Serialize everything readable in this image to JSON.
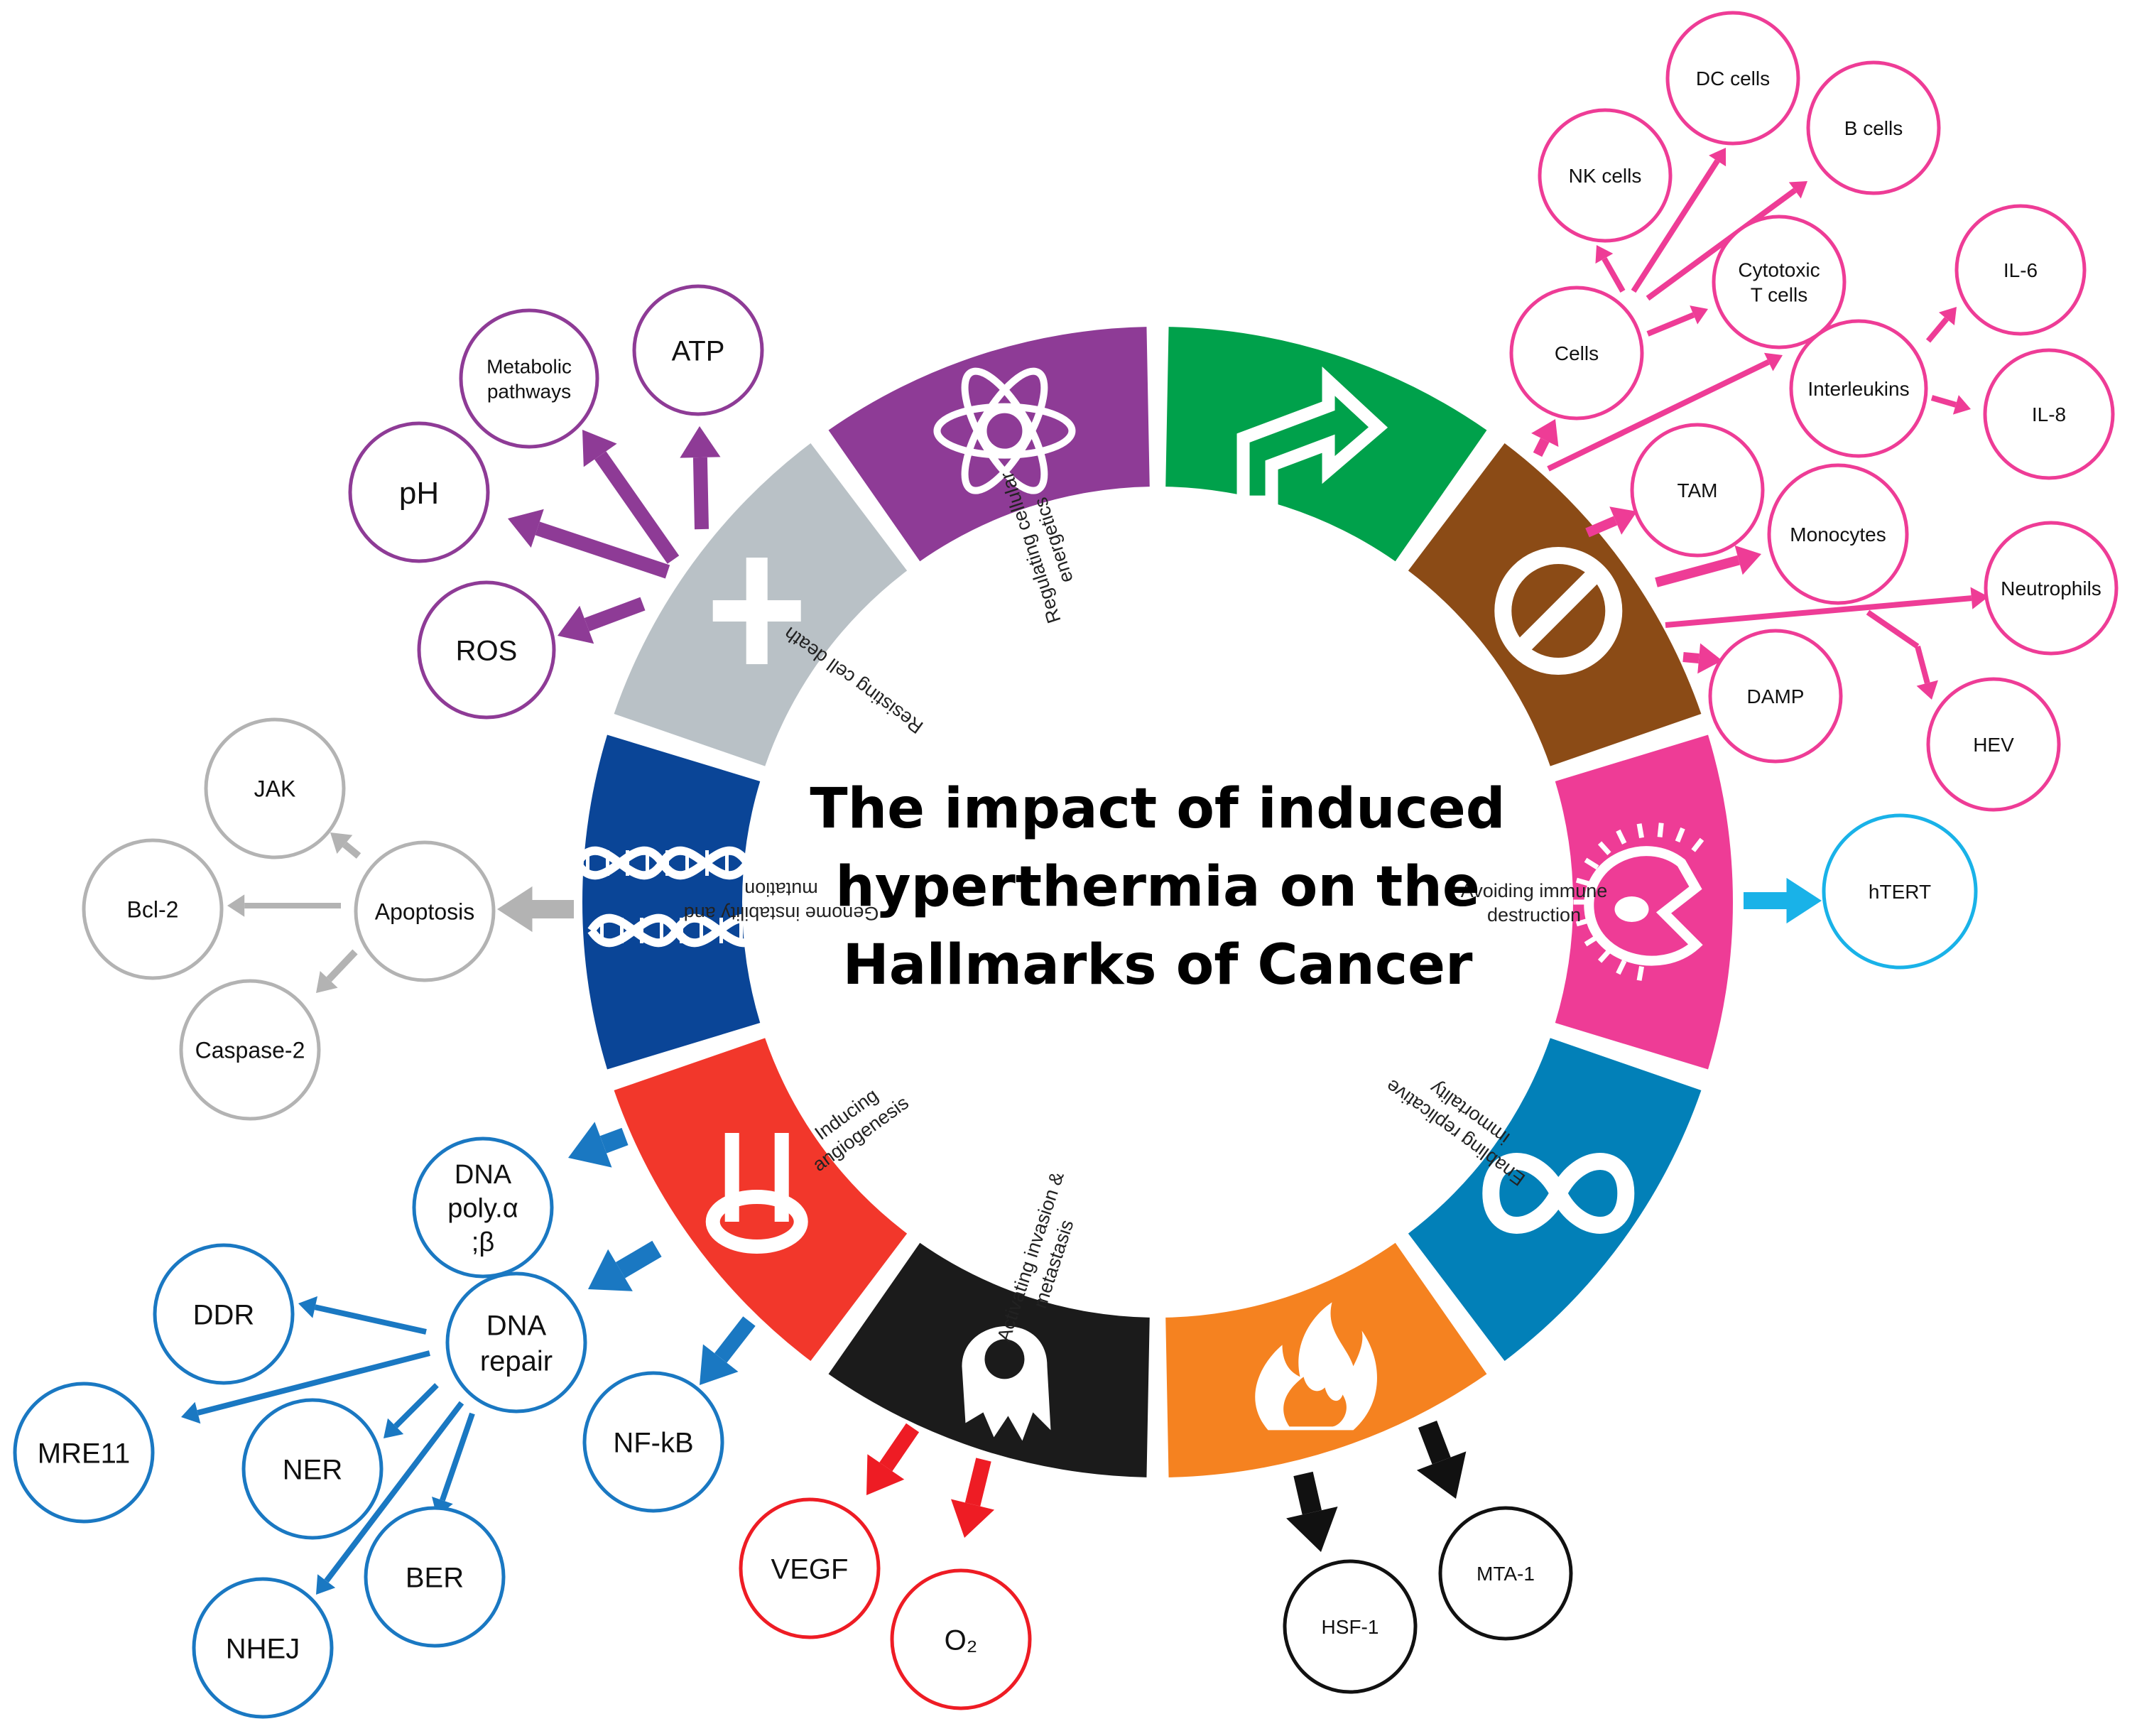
{
  "title": {
    "lines": [
      "The impact of induced",
      "hyperthermia on the",
      "Hallmarks of Cancer"
    ]
  },
  "hallmarks": [
    {
      "id": "sustaining",
      "color": "#00a14b",
      "icon": "arrow-icon",
      "label": []
    },
    {
      "id": "evading",
      "color": "#8b4b16",
      "icon": "no-entry-icon",
      "label": []
    },
    {
      "id": "immune",
      "color": "#ee3c96",
      "icon": "macrophage-icon",
      "label": [
        "Avoiding immune",
        "destruction"
      ]
    },
    {
      "id": "immortality",
      "color": "#0280b8",
      "icon": "infinity-icon",
      "label": [
        "Enabling replicative",
        "immortality"
      ]
    },
    {
      "id": "inflammation",
      "color": "#f58220",
      "icon": "flame-icon",
      "label": []
    },
    {
      "id": "invasion",
      "color": "#1b1b1b",
      "icon": "ghost-cell-icon",
      "label": [
        "Activating invasion &",
        "metastasis"
      ]
    },
    {
      "id": "angiogenesis",
      "color": "#f2372b",
      "icon": "vessel-icon",
      "label": [
        "Inducing",
        "angiogenesis"
      ]
    },
    {
      "id": "genome",
      "color": "#0a4597",
      "icon": "dna-icon",
      "label": [
        "Genome instability and",
        "mutation"
      ]
    },
    {
      "id": "celldeath",
      "color": "#b9c1c6",
      "icon": "cross-icon",
      "label": [
        "Resisting cell death"
      ]
    },
    {
      "id": "energetics",
      "color": "#8e3b96",
      "icon": "atom-icon",
      "label": [
        "Regulating cellular",
        "energetics"
      ]
    }
  ],
  "nodes": {
    "purple": {
      "color": "#8e3b96",
      "items": [
        {
          "id": "metabolic",
          "lines": [
            "Metabolic",
            "pathways"
          ]
        },
        {
          "id": "atp",
          "lines": [
            "ATP"
          ]
        },
        {
          "id": "ph",
          "lines": [
            "pH"
          ]
        },
        {
          "id": "ros",
          "lines": [
            "ROS"
          ]
        }
      ]
    },
    "pink": {
      "color": "#ee3c96",
      "items": [
        {
          "id": "dc",
          "lines": [
            "DC cells"
          ]
        },
        {
          "id": "bcells",
          "lines": [
            "B cells"
          ]
        },
        {
          "id": "nk",
          "lines": [
            "NK cells"
          ]
        },
        {
          "id": "cytotoxic",
          "lines": [
            "Cytotoxic",
            "T cells"
          ]
        },
        {
          "id": "il6",
          "lines": [
            "IL-6"
          ]
        },
        {
          "id": "cells",
          "lines": [
            "Cells"
          ]
        },
        {
          "id": "interleukins",
          "lines": [
            "Interleukins"
          ]
        },
        {
          "id": "il8",
          "lines": [
            "IL-8"
          ]
        },
        {
          "id": "tam",
          "lines": [
            "TAM"
          ]
        },
        {
          "id": "monocytes",
          "lines": [
            "Monocytes"
          ]
        },
        {
          "id": "neutrophils",
          "lines": [
            "Neutrophils"
          ]
        },
        {
          "id": "damp",
          "lines": [
            "DAMP"
          ]
        },
        {
          "id": "hev",
          "lines": [
            "HEV"
          ]
        }
      ]
    },
    "cyan": {
      "color": "#19b2e8",
      "items": [
        {
          "id": "htert",
          "lines": [
            "hTERT"
          ]
        }
      ]
    },
    "gray": {
      "color": "#b3b3b3",
      "items": [
        {
          "id": "jak",
          "lines": [
            "JAK"
          ]
        },
        {
          "id": "apoptosis",
          "lines": [
            "Apoptosis"
          ]
        },
        {
          "id": "bcl2",
          "lines": [
            "Bcl-2"
          ]
        },
        {
          "id": "caspase",
          "lines": [
            "Caspase-2"
          ]
        }
      ]
    },
    "blue": {
      "color": "#1a78c2",
      "items": [
        {
          "id": "dnapoly",
          "lines": [
            "DNA",
            "poly.α",
            ";β"
          ]
        },
        {
          "id": "ddr",
          "lines": [
            "DDR"
          ]
        },
        {
          "id": "dnarepair",
          "lines": [
            "DNA",
            "repair"
          ]
        },
        {
          "id": "mre11",
          "lines": [
            "MRE11"
          ]
        },
        {
          "id": "ner",
          "lines": [
            "NER"
          ]
        },
        {
          "id": "nfkb",
          "lines": [
            "NF-kB"
          ]
        },
        {
          "id": "ber",
          "lines": [
            "BER"
          ]
        },
        {
          "id": "nhej",
          "lines": [
            "NHEJ"
          ]
        }
      ]
    },
    "red": {
      "color": "#ee1c24",
      "items": [
        {
          "id": "vegf",
          "lines": [
            "VEGF"
          ]
        },
        {
          "id": "o2",
          "lines": [
            "O₂"
          ]
        }
      ]
    },
    "black": {
      "color": "#111111",
      "items": [
        {
          "id": "hsf1",
          "lines": [
            "HSF-1"
          ]
        },
        {
          "id": "mta1",
          "lines": [
            "MTA-1"
          ]
        }
      ]
    }
  }
}
